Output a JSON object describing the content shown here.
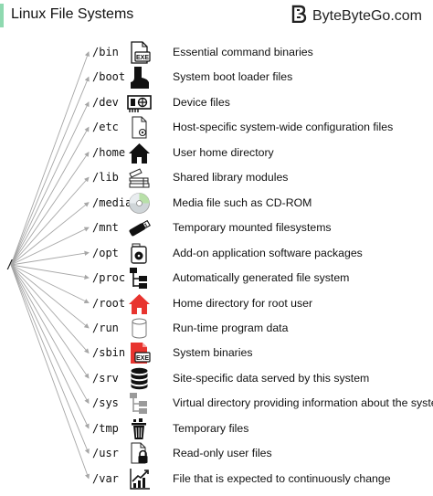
{
  "header": {
    "title": "Linux File Systems",
    "brand": "ByteByteGo.com"
  },
  "root_label": "/",
  "colors": {
    "accent": "#8fd9b0",
    "line": "#a6a6a6",
    "red": "#e8342f",
    "black": "#111111"
  },
  "entries": [
    {
      "path": "/bin",
      "icon": "exe-file-icon",
      "desc": "Essential command binaries"
    },
    {
      "path": "/boot",
      "icon": "boot-icon",
      "desc": "System boot loader files"
    },
    {
      "path": "/dev",
      "icon": "device-card-icon",
      "desc": "Device files"
    },
    {
      "path": "/etc",
      "icon": "config-file-icon",
      "desc": "Host-specific system-wide configuration files"
    },
    {
      "path": "/home",
      "icon": "home-icon",
      "desc": "User home directory"
    },
    {
      "path": "/lib",
      "icon": "library-books-icon",
      "desc": "Shared library modules"
    },
    {
      "path": "/media",
      "icon": "cd-rom-icon",
      "desc": "Media file such as CD-ROM"
    },
    {
      "path": "/mnt",
      "icon": "usb-drive-icon",
      "desc": "Temporary mounted filesystems"
    },
    {
      "path": "/opt",
      "icon": "software-package-icon",
      "desc": "Add-on application software packages"
    },
    {
      "path": "/proc",
      "icon": "file-tree-icon",
      "desc": "Automatically generated file system"
    },
    {
      "path": "/root",
      "icon": "root-home-icon",
      "desc": "Home directory for root user"
    },
    {
      "path": "/run",
      "icon": "cylinder-icon",
      "desc": "Run-time program data"
    },
    {
      "path": "/sbin",
      "icon": "exe-file-red-icon",
      "desc": "System binaries"
    },
    {
      "path": "/srv",
      "icon": "database-icon",
      "desc": "Site-specific data served by this system"
    },
    {
      "path": "/sys",
      "icon": "virtual-tree-icon",
      "desc": "Virtual directory providing information about the system"
    },
    {
      "path": "/tmp",
      "icon": "trash-icon",
      "desc": "Temporary files"
    },
    {
      "path": "/usr",
      "icon": "locked-file-icon",
      "desc": "Read-only user files"
    },
    {
      "path": "/var",
      "icon": "growth-chart-icon",
      "desc": "File that is expected to continuously change"
    }
  ]
}
